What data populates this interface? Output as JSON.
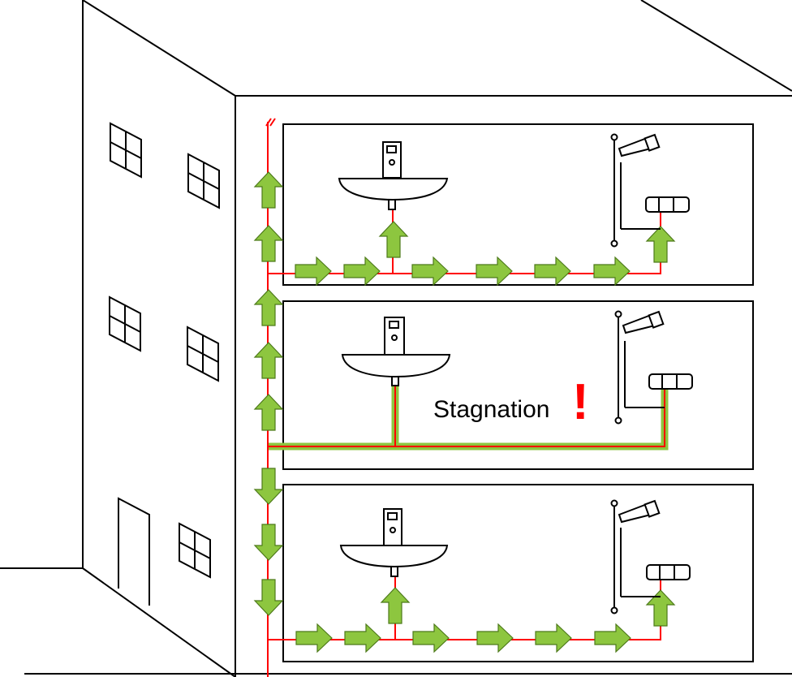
{
  "diagram": {
    "annotation": {
      "text": "Stagnation",
      "mark": "!"
    },
    "colors": {
      "outline": "#000000",
      "pipe": "#ff0000",
      "flow_fill": "#8dc63f",
      "flow_stroke": "#4d7a1a",
      "stagnant_pipe": "#8dc63f",
      "mark": "#ff0000",
      "background": "#ffffff"
    },
    "floors": [
      {
        "name": "upper",
        "flow": "active"
      },
      {
        "name": "middle",
        "flow": "stagnant"
      },
      {
        "name": "lower",
        "flow": "active"
      }
    ],
    "riser_flow": [
      "up",
      "up",
      "up",
      "up",
      "up",
      "down",
      "down",
      "down"
    ]
  }
}
